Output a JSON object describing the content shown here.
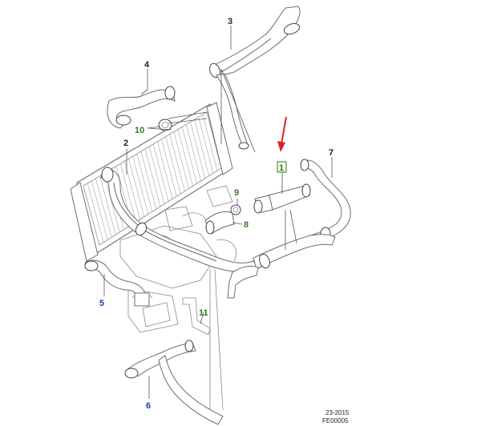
{
  "callouts": [
    {
      "id": "c1",
      "text": "1",
      "color": "green"
    },
    {
      "id": "c2",
      "text": "2",
      "color": "dark"
    },
    {
      "id": "c3",
      "text": "3",
      "color": "dark"
    },
    {
      "id": "c4",
      "text": "4",
      "color": "dark"
    },
    {
      "id": "c5",
      "text": "5",
      "color": "blue"
    },
    {
      "id": "c6",
      "text": "6",
      "color": "blue"
    },
    {
      "id": "c7",
      "text": "7",
      "color": "dark"
    },
    {
      "id": "c8",
      "text": "8",
      "color": "green"
    },
    {
      "id": "c9",
      "text": "9",
      "color": "green"
    },
    {
      "id": "c10",
      "text": "10",
      "color": "green"
    },
    {
      "id": "c11",
      "text": "11",
      "color": "green"
    }
  ],
  "reference": {
    "line1": "23-2015",
    "line2": "FE00005"
  },
  "colors": {
    "arrow": "#e02020",
    "part_outline": "#6d6d6d",
    "callout_green": "#2e7d1e",
    "callout_blue": "#1d3fb3",
    "callout_dark": "#222222"
  }
}
